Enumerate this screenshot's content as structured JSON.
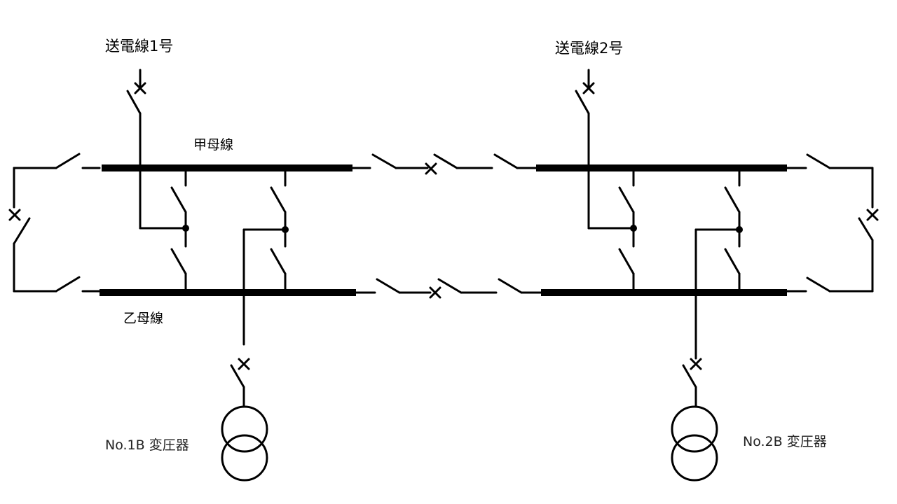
{
  "labels": {
    "line1": "送電線1号",
    "line2": "送電線2号",
    "bus_a": "甲母線",
    "bus_b": "乙母線",
    "tr1": "No.1B 変圧器",
    "tr2": "No.2B 変圧器"
  }
}
